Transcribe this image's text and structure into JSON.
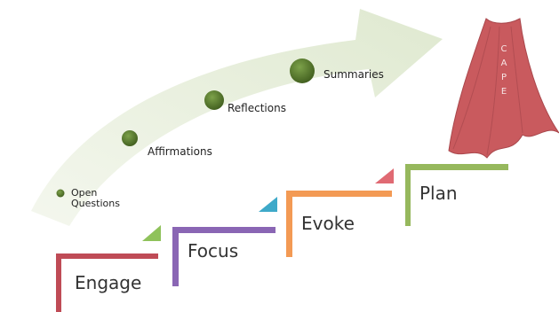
{
  "skills": [
    {
      "label": "Open\nQuestions"
    },
    {
      "label": "Affirmations"
    },
    {
      "label": "Reflections"
    },
    {
      "label": "Summaries"
    }
  ],
  "steps": [
    {
      "label": "Engage",
      "color": "#bf4b56"
    },
    {
      "label": "Focus",
      "color": "#8a66b4"
    },
    {
      "label": "Evoke",
      "color": "#f39a54"
    },
    {
      "label": "Plan",
      "color": "#96b85d"
    }
  ],
  "markers": [
    {
      "color": "#8fc25b"
    },
    {
      "color": "#3ea9c9"
    },
    {
      "color": "#e06a73"
    }
  ],
  "cape": {
    "letters": [
      "C",
      "A",
      "P",
      "E"
    ],
    "color": "#c95a5e"
  },
  "colors": {
    "arrow": "#e9f0dd",
    "dot": "#567a2c"
  }
}
